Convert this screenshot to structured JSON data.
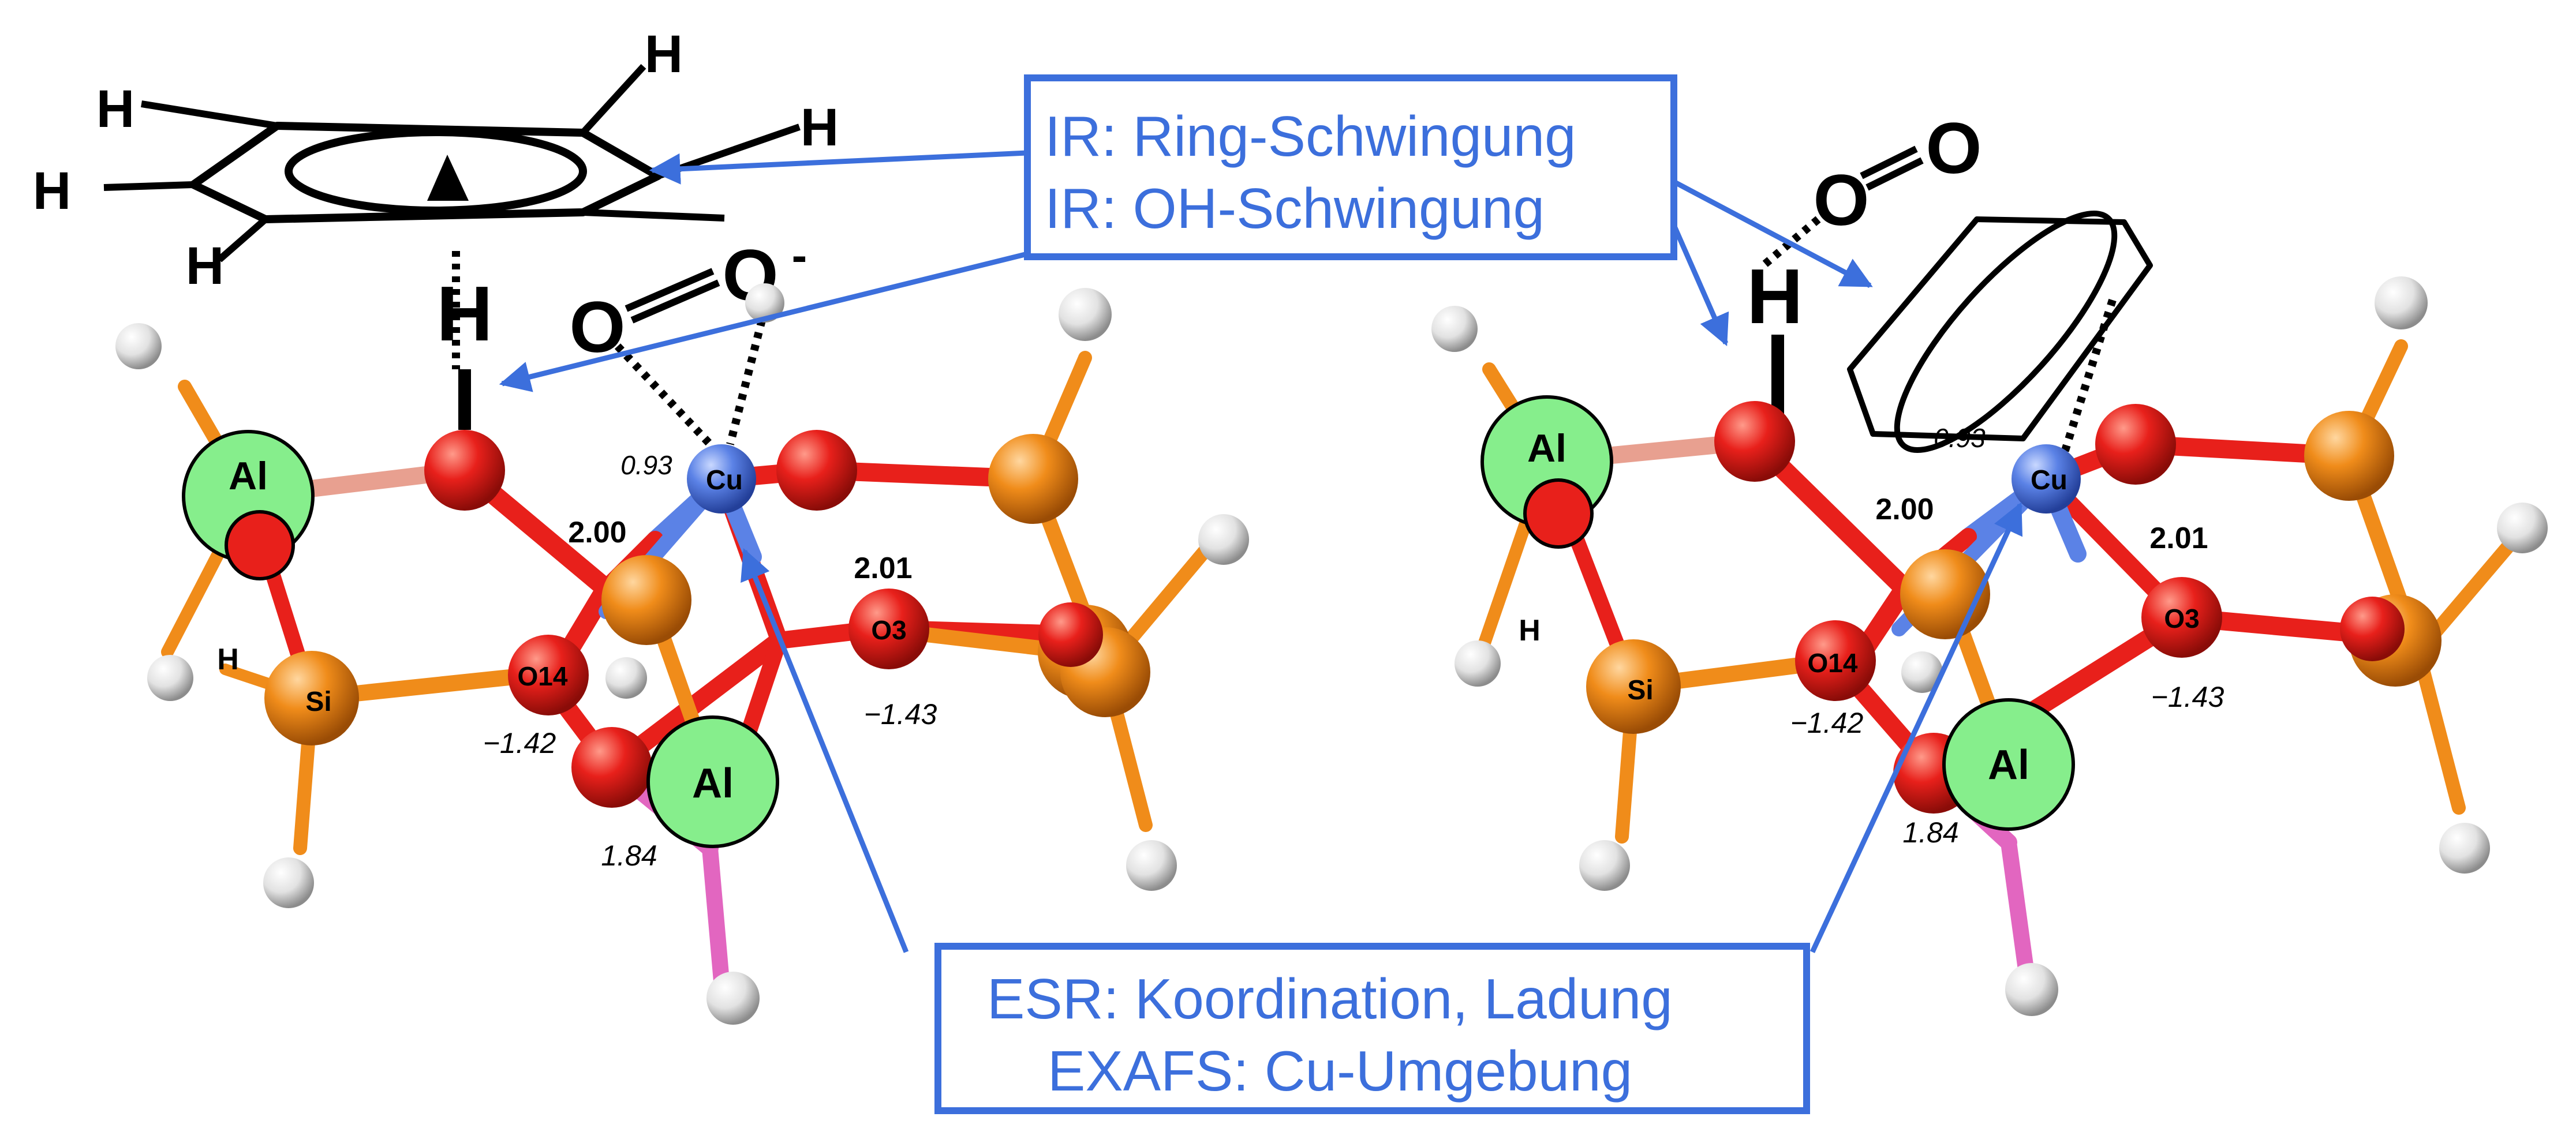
{
  "annotations": {
    "ir_ring": "IR: Ring-Schwingung",
    "ir_oh": "IR: OH-Schwingung",
    "esr": "ESR: Koordination, Ladung",
    "exafs": "EXAFS: Cu-Umgebung"
  },
  "colors": {
    "annotation_blue": "#3c6fdc",
    "oxygen": "#e8201b",
    "aluminium_site": "#86ee8c",
    "silicon": "#f08c1a",
    "copper": "#5b82e6",
    "hydrogen": "#e8e8e8"
  },
  "left": {
    "atoms": {
      "h_ring_tl": "H",
      "h_ring_ml": "H",
      "h_ring_bl": "H",
      "h_ring_tr": "H",
      "h_ring_r": "H",
      "h_bridge": "H",
      "o_mol_a": "O",
      "o_mol_b": "O",
      "o_charge": "-",
      "al_top": "Al",
      "al_bottom": "Al",
      "cu": "Cu",
      "si": "Si",
      "o14": "O14",
      "o3": "O3",
      "h_small": "H"
    },
    "values": {
      "cu_charge": "0.93",
      "bond_cu_o14": "2.00",
      "bond_cu_o3": "2.01",
      "charge_o14": "−1.42",
      "charge_o3": "−1.43",
      "charge_al": "1.84"
    }
  },
  "right": {
    "atoms": {
      "o_mol_a": "O",
      "o_mol_b": "O",
      "h_bridge": "H",
      "al_top": "Al",
      "al_bottom": "Al",
      "cu": "Cu",
      "si": "Si",
      "o14": "O14",
      "o3": "O3",
      "h_small": "H"
    },
    "values": {
      "cu_charge": "0.93",
      "bond_cu_o14": "2.00",
      "bond_cu_o3": "2.01",
      "charge_o14": "−1.42",
      "charge_o3": "−1.43",
      "charge_al": "1.84"
    }
  }
}
